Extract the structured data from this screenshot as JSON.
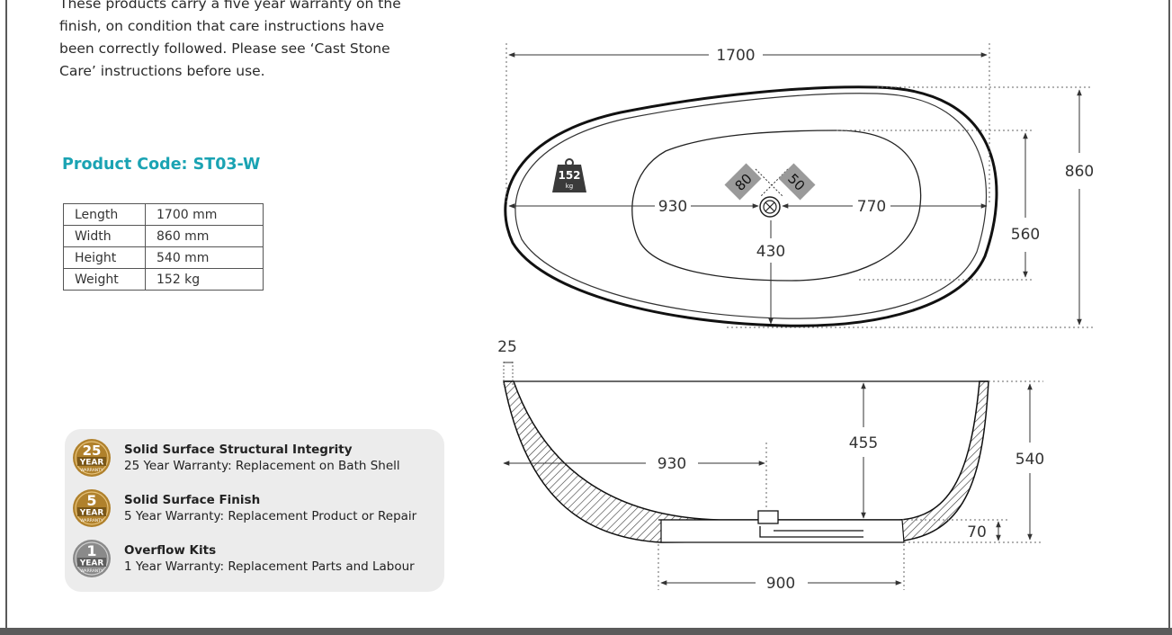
{
  "intro": {
    "line1": "These products carry a five year warranty on the",
    "line2": "finish, on condition that care instructions have",
    "line3": "been correctly followed. Please see ‘Cast Stone",
    "line4": "Care’ instructions before use."
  },
  "product_code": "Product Code:  ST03-W",
  "specs": [
    {
      "label": "Length",
      "value": "1700 mm"
    },
    {
      "label": "Width",
      "value": "860 mm"
    },
    {
      "label": "Height",
      "value": "540 mm"
    },
    {
      "label": "Weight",
      "value": "152 kg"
    }
  ],
  "warranties": [
    {
      "years": "25",
      "badge_word": "YEAR",
      "badge_small": "WARRANTY",
      "title": "Solid Surface Structural Integrity",
      "desc": "25 Year Warranty: Replacement on Bath Shell",
      "color": "#b0812c"
    },
    {
      "years": "5",
      "badge_word": "YEAR",
      "badge_small": "WARRANTY",
      "title": "Solid Surface Finish",
      "desc": "5 Year Warranty: Replacement Product or Repair",
      "color": "#b0812c"
    },
    {
      "years": "1",
      "badge_word": "YEAR",
      "badge_small": "WARRANTY",
      "title": "Overflow Kits",
      "desc": "1 Year Warranty: Replacement Parts and Labour",
      "color": "#8a8a8a"
    }
  ],
  "weight_icon": {
    "value": "152",
    "unit": "kg"
  },
  "top_view": {
    "length": "1700",
    "width": "860",
    "inner_width": "560",
    "left_to_waste": "930",
    "right_of_waste": "770",
    "waste_offset": "430",
    "tag_left": "80",
    "tag_right": "50"
  },
  "side_view": {
    "rim": "25",
    "waste_from_edge": "930",
    "depth": "455",
    "height": "540",
    "plinth_height": "70",
    "base_width": "900"
  },
  "colors": {
    "accent": "#1aa3b3",
    "frame": "#5a5a5a",
    "warranty_bg": "#ececec"
  }
}
